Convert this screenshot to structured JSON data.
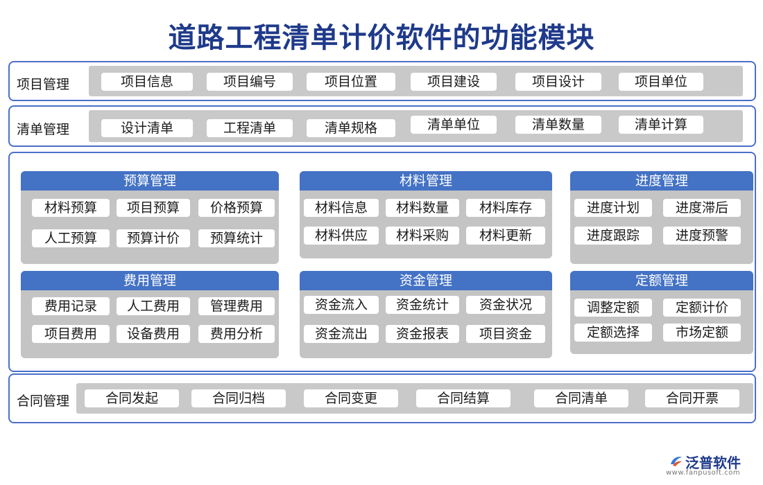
{
  "title": "道路工程清单计价软件的功能模块",
  "rows": [
    {
      "label": "项目管理",
      "items": [
        "项目信息",
        "项目编号",
        "项目位置",
        "项目建设",
        "项目设计",
        "项目单位"
      ]
    },
    {
      "label": "清单管理",
      "items": [
        "设计清单",
        "工程清单",
        "清单规格",
        "清单单位",
        "清单数量",
        "清单计算"
      ]
    },
    {
      "label": "合同管理",
      "items": [
        "合同发起",
        "合同归档",
        "合同变更",
        "合同结算",
        "合同清单",
        "合同开票"
      ]
    }
  ],
  "panels": [
    {
      "title": "预算管理",
      "items": [
        "材料预算",
        "项目预算",
        "价格预算",
        "人工预算",
        "预算计价",
        "预算统计"
      ]
    },
    {
      "title": "材料管理",
      "items": [
        "材料信息",
        "材料数量",
        "材料库存",
        "材料供应",
        "材料采购",
        "材料更新"
      ]
    },
    {
      "title": "进度管理",
      "items": [
        "进度计划",
        "进度滞后",
        "进度跟踪",
        "进度预警"
      ]
    },
    {
      "title": "费用管理",
      "items": [
        "费用记录",
        "人工费用",
        "管理费用",
        "项目费用",
        "设备费用",
        "费用分析"
      ]
    },
    {
      "title": "资金管理",
      "items": [
        "资金流入",
        "资金统计",
        "资金状况",
        "资金流出",
        "资金报表",
        "项目资金"
      ]
    },
    {
      "title": "定额管理",
      "items": [
        "调整定额",
        "定额计价",
        "定额选择",
        "市场定额"
      ]
    }
  ],
  "logo": {
    "name": "泛普软件",
    "url": "www.fanpusoft.com"
  },
  "colors": {
    "accent": "#4472c4",
    "border": "#4a6fc8",
    "title": "#1f3a8a",
    "strip": "#c9c9c9"
  }
}
